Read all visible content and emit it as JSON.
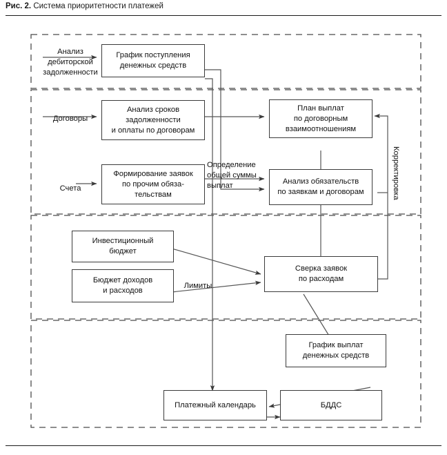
{
  "figure": {
    "number_label": "Рис. 2.",
    "title": "Система приоритетности платежей"
  },
  "colors": {
    "box_border": "#3a3a3a",
    "dashed_border": "#4a4a4a",
    "line": "#555555",
    "text": "#111111",
    "background": "#ffffff"
  },
  "diagram": {
    "type": "flowchart",
    "orientation": "top-to-bottom",
    "bands": [
      {
        "id": "band-1",
        "name": "receivables-band"
      },
      {
        "id": "band-2",
        "name": "contracts-and-invoices-band"
      },
      {
        "id": "band-3",
        "name": "budgets-and-reconciliation-band"
      },
      {
        "id": "band-4",
        "name": "payment-schedule-band"
      }
    ],
    "nodes": [
      {
        "id": "n1",
        "name": "cash-inflow-schedule",
        "text": "График поступления\nденежных средств"
      },
      {
        "id": "n2",
        "name": "debt-terms-analysis",
        "text": "Анализ сроков\nзадолженности\nи оплаты по договорам"
      },
      {
        "id": "n3",
        "name": "contract-payment-plan",
        "text": "План выплат\nпо договорным\nвзаимоотношениям"
      },
      {
        "id": "n4",
        "name": "other-obligations-requests",
        "text": "Формирование заявок\nпо прочим обяза-\nтельствам"
      },
      {
        "id": "n5",
        "name": "obligations-analysis",
        "text": "Анализ обязательств\nпо заявкам и договорам"
      },
      {
        "id": "n6",
        "name": "investment-budget",
        "text": "Инвестиционный\nбюджет"
      },
      {
        "id": "n7",
        "name": "income-expense-budget",
        "text": "Бюджет доходов\nи расходов"
      },
      {
        "id": "n8",
        "name": "expense-requests-reconciliation",
        "text": "Сверка заявок\nпо расходам"
      },
      {
        "id": "n9",
        "name": "cash-payment-schedule",
        "text": "График выплат\nденежных средств"
      },
      {
        "id": "n10",
        "name": "payment-calendar",
        "text": "Платежный календарь"
      },
      {
        "id": "n11",
        "name": "bddc",
        "text": "БДДС"
      }
    ],
    "edge_labels": [
      {
        "id": "e1",
        "name": "receivables-analysis-label",
        "text": "Анализ\nдебиторской\nзадолженности"
      },
      {
        "id": "e2",
        "name": "contracts-label",
        "text": "Договоры"
      },
      {
        "id": "e3",
        "name": "invoices-label",
        "text": "Счета"
      },
      {
        "id": "e4",
        "name": "total-payout-amount-label",
        "text": "Определение\nобщей суммы\nвыплат"
      },
      {
        "id": "e5",
        "name": "limits-label",
        "text": "Лимиты"
      },
      {
        "id": "e6",
        "name": "correction-label",
        "text": "Корректировка"
      }
    ]
  }
}
